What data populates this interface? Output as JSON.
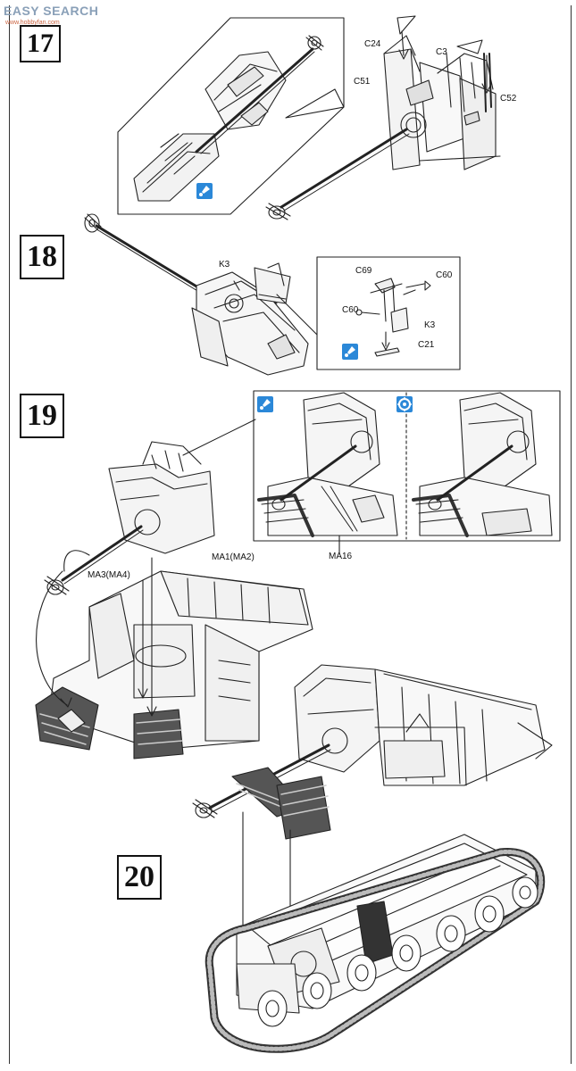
{
  "watermark": {
    "text": "EASY SEARCH",
    "subtext": "www.hobbyfan.com"
  },
  "steps": [
    {
      "number": "17"
    },
    {
      "number": "18"
    },
    {
      "number": "19"
    },
    {
      "number": "20"
    }
  ],
  "labels": {
    "c24": "C24",
    "c3": "C3",
    "c51": "C51",
    "c52": "C52",
    "k3_top": "K3",
    "c69": "C69",
    "c60_right": "C60",
    "c60_left": "C60",
    "k3_detail": "K3",
    "c21": "C21",
    "ma1": "MA1(MA2)",
    "ma3": "MA3(MA4)",
    "ma16": "MA16"
  },
  "icons": [
    "glue-icon",
    "glue-icon",
    "glue-icon",
    "drill-icon"
  ]
}
